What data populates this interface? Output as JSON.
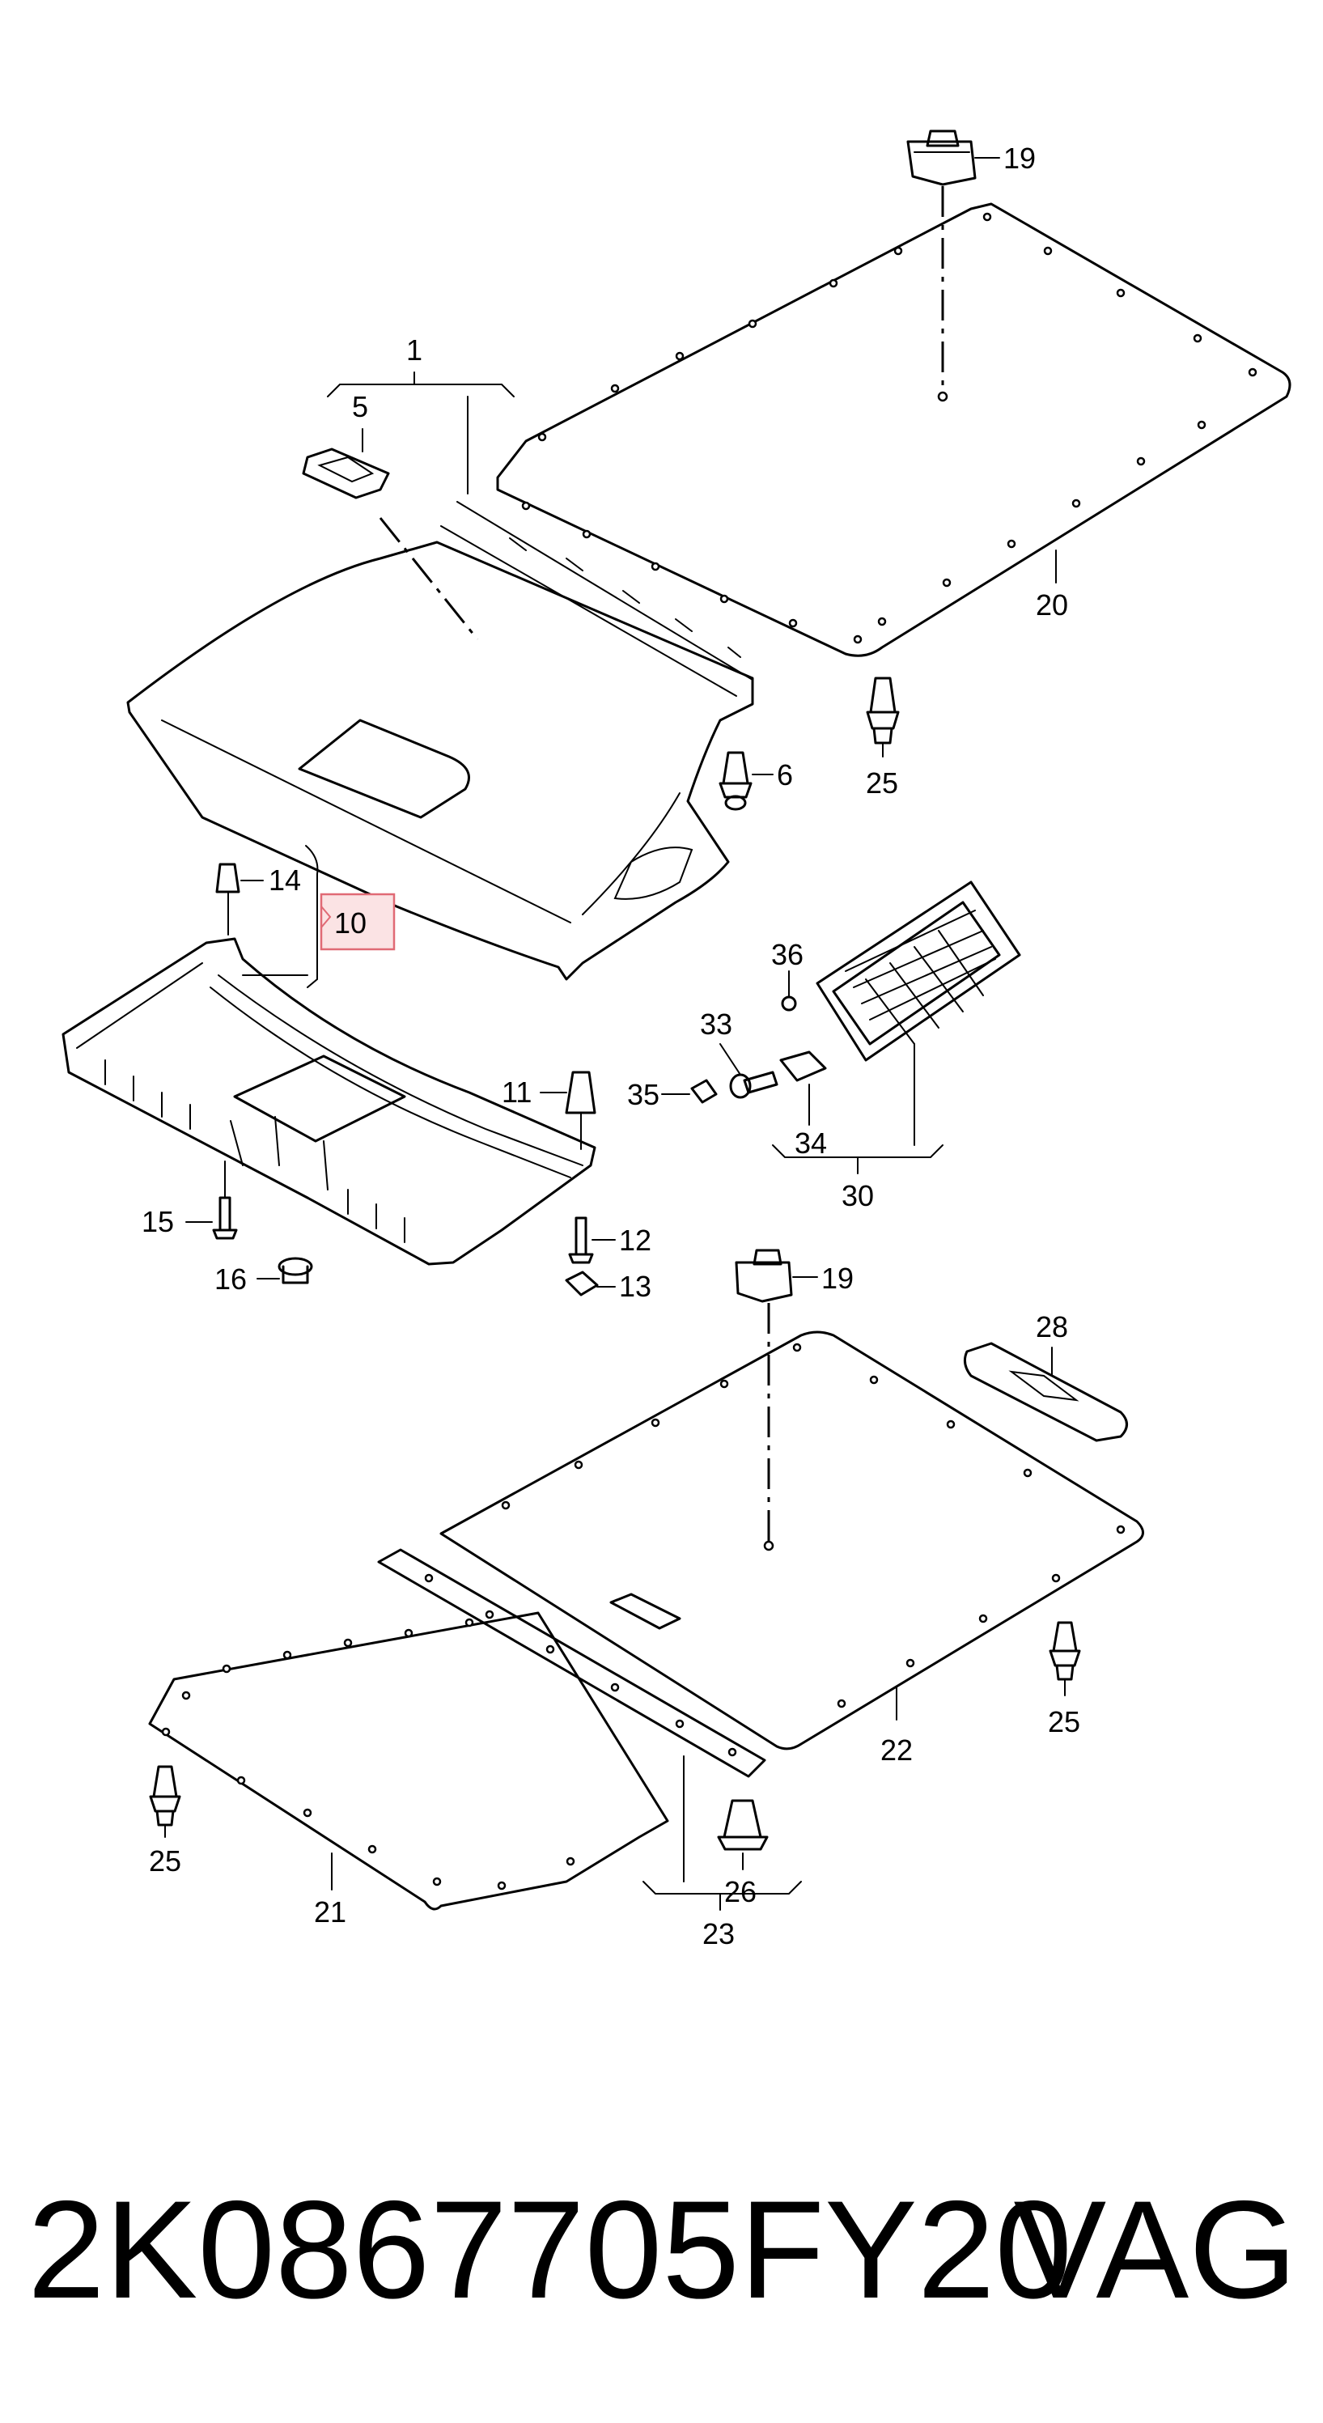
{
  "callouts": {
    "c1": "1",
    "c5": "5",
    "c6": "6",
    "c10": "10",
    "c11": "11",
    "c12": "12",
    "c13": "13",
    "c14": "14",
    "c15": "15",
    "c16": "16",
    "c19a": "19",
    "c19b": "19",
    "c20": "20",
    "c21": "21",
    "c22": "22",
    "c23": "23",
    "c25a": "25",
    "c25b": "25",
    "c25c": "25",
    "c26": "26",
    "c28": "28",
    "c30": "30",
    "c33": "33",
    "c34": "34",
    "c35": "35",
    "c36": "36"
  },
  "highlighted_callout": "10",
  "footer": {
    "part_number": "2K0867705FY20",
    "brand": "VAG"
  },
  "colors": {
    "line": "#000000",
    "highlight_fill": "#fbe3e4",
    "highlight_stroke": "#e06a75"
  }
}
